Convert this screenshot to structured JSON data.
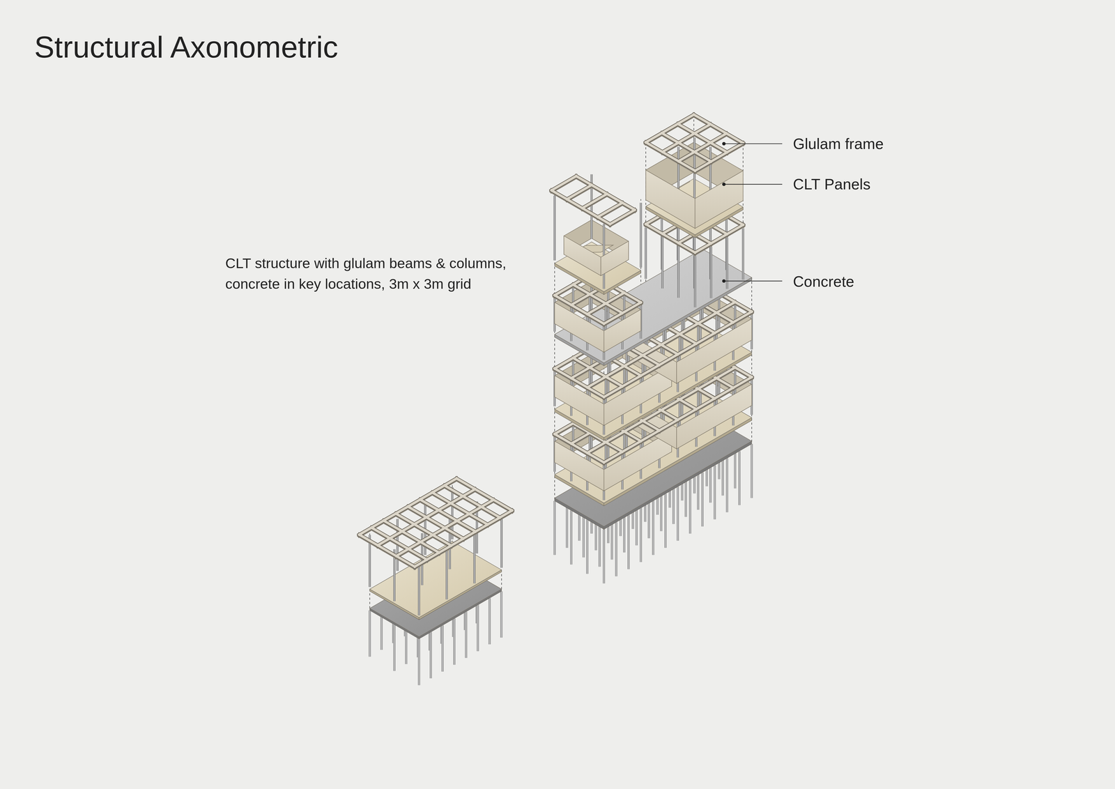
{
  "diagram": {
    "title": "Structural Axonometric",
    "labels": [
      "CLT structure with glulam beams & columns, concrete in key locations, 3m x 3m grid",
      "Glulam frame",
      "CLT Panels",
      "Concrete"
    ]
  }
}
